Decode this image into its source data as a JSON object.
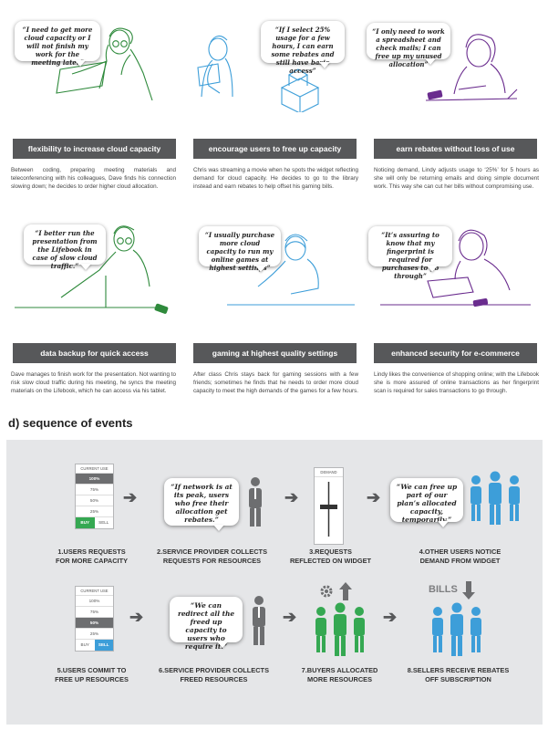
{
  "scenarios": [
    {
      "quote": "“I need to get more cloud capacity or I will not finish my work for the meeting later”",
      "title": "flexibility to increase cloud capacity",
      "desc": "Between coding, preparing meeting materials and teleconferencing with his colleagues, Dave finds his connection slowing down; he decides to order higher cloud allocation."
    },
    {
      "quote": "“If I select 25% usage for a few hours, I can earn some rebates and still have basic access”",
      "title": "encourage users to free up capacity",
      "desc": "Chris was streaming a movie when he spots the widget reflecting demand for cloud capacity. He decides to go to the library instead and earn rebates to help offset his gaming bills."
    },
    {
      "quote": "“I only need to work a spreadsheet and check mails; I can free up my unused allocation”",
      "title": "earn rebates without loss of use",
      "desc": "Noticing demand, Lindy adjusts usage to ‘25%’ for 5 hours as she will only be returning emails and doing simple document work. This way she can cut her bills without compromising use."
    },
    {
      "quote": "“I better run the presentation from the Lifebook in case of slow cloud traffic.”",
      "title": "data backup for quick access",
      "desc": "Dave manages to finish work for the presentation. Not wanting to risk slow cloud traffic during his meeting, he syncs the meeting materials on the Lifebook, which he can access via his tablet."
    },
    {
      "quote": "“I usually purchase more cloud capacity to run my online games at highest settings”",
      "title": "gaming at highest quality settings",
      "desc": "After class Chris stays back for gaming sessions with a few friends; sometimes he finds that he needs to order more cloud capacity to meet the high demands of the games for a few hours."
    },
    {
      "quote": "“It’s assuring to know that my fingerprint is required for purchases to go through”",
      "title": "enhanced security for e-commerce",
      "desc": "Lindy likes the convenience of shopping online; with the Lifebook she is more assured of online transactions as her fingerprint scan is required for sales transactions to go through."
    }
  ],
  "sequence": {
    "title": "d) sequence of events",
    "widget": {
      "header": "CURRENT USE",
      "levels": [
        "100%",
        "75%",
        "50%",
        "25%"
      ],
      "buy": "BUY",
      "sell": "SELL"
    },
    "demand_header": "DEMAND",
    "bills_label": "BILLS",
    "quotes": {
      "q2": "“If network is at its peak, users who free their allocation get rebates.”",
      "q4": "“We can free up part of our plan’s allocated capacity, temporarily.”",
      "q6": "“We can redirect all the freed up capacity to users who require it.”"
    },
    "steps": [
      {
        "l1": "1.USERS REQUESTS",
        "l2": "FOR MORE CAPACITY"
      },
      {
        "l1": "2.SERVICE PROVIDER COLLECTS",
        "l2": "REQUESTS FOR RESOURCES"
      },
      {
        "l1": "3.REQUESTS",
        "l2": "REFLECTED ON WIDGET"
      },
      {
        "l1": "4.OTHER USERS NOTICE",
        "l2": "DEMAND FROM WIDGET"
      },
      {
        "l1": "5.USERS COMMIT TO",
        "l2": "FREE UP RESOURCES"
      },
      {
        "l1": "6.SERVICE PROVIDER COLLECTS",
        "l2": "FREED RESOURCES"
      },
      {
        "l1": "7.BUYERS ALLOCATED",
        "l2": "MORE RESOURCES"
      },
      {
        "l1": "8.SELLERS RECEIVE REBATES",
        "l2": "OFF SUBSCRIPTION"
      }
    ]
  },
  "colors": {
    "bar": "#57585a",
    "panel": "#e5e6e8",
    "green": "#35a852",
    "blue": "#3d9ed9",
    "purple": "#6a2c8e",
    "cyan": "#3d9ed9",
    "gray": "#6d6e70"
  }
}
